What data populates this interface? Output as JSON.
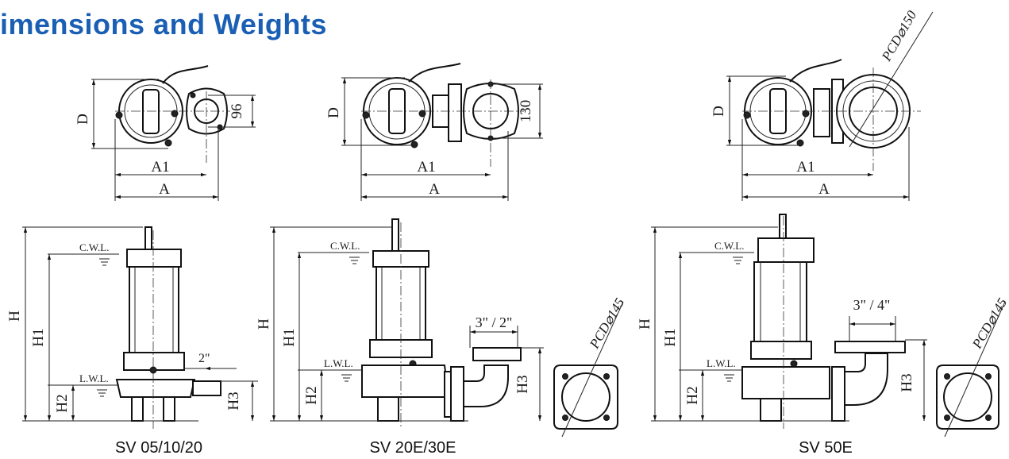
{
  "page": {
    "title": "imensions and Weights",
    "accent_color": "#1a5fb4"
  },
  "models": [
    {
      "name": "SV 05/10/20",
      "top_view": {
        "labels": {
          "d": "D",
          "a1": "A1",
          "a": "A"
        },
        "flange_dim": "96"
      },
      "side_view": {
        "labels": {
          "h": "H",
          "h1": "H1",
          "h2": "H2",
          "h3": "H3",
          "cwl": "C.W.L.",
          "lwl": "L.W.L."
        },
        "outlet": "2\""
      }
    },
    {
      "name": "SV 20E/30E",
      "top_view": {
        "labels": {
          "d": "D",
          "a1": "A1",
          "a": "A"
        },
        "flange_dim": "130"
      },
      "side_view": {
        "labels": {
          "h": "H",
          "h1": "H1",
          "h2": "H2",
          "h3": "H3",
          "cwl": "C.W.L.",
          "lwl": "L.W.L."
        },
        "outlet": "3\" / 2\""
      },
      "flange_view": {
        "pcd": "PCD⌀145"
      }
    },
    {
      "name": "SV 50E",
      "top_view": {
        "labels": {
          "d": "D",
          "a1": "A1",
          "a": "A"
        },
        "pcd": "PCD⌀150"
      },
      "side_view": {
        "labels": {
          "h": "H",
          "h1": "H1",
          "h2": "H2",
          "h3": "H3",
          "cwl": "C.W.L.",
          "lwl": "L.W.L."
        },
        "outlet": "3\" / 4\""
      },
      "flange_view": {
        "pcd": "PCD⌀145"
      }
    }
  ]
}
